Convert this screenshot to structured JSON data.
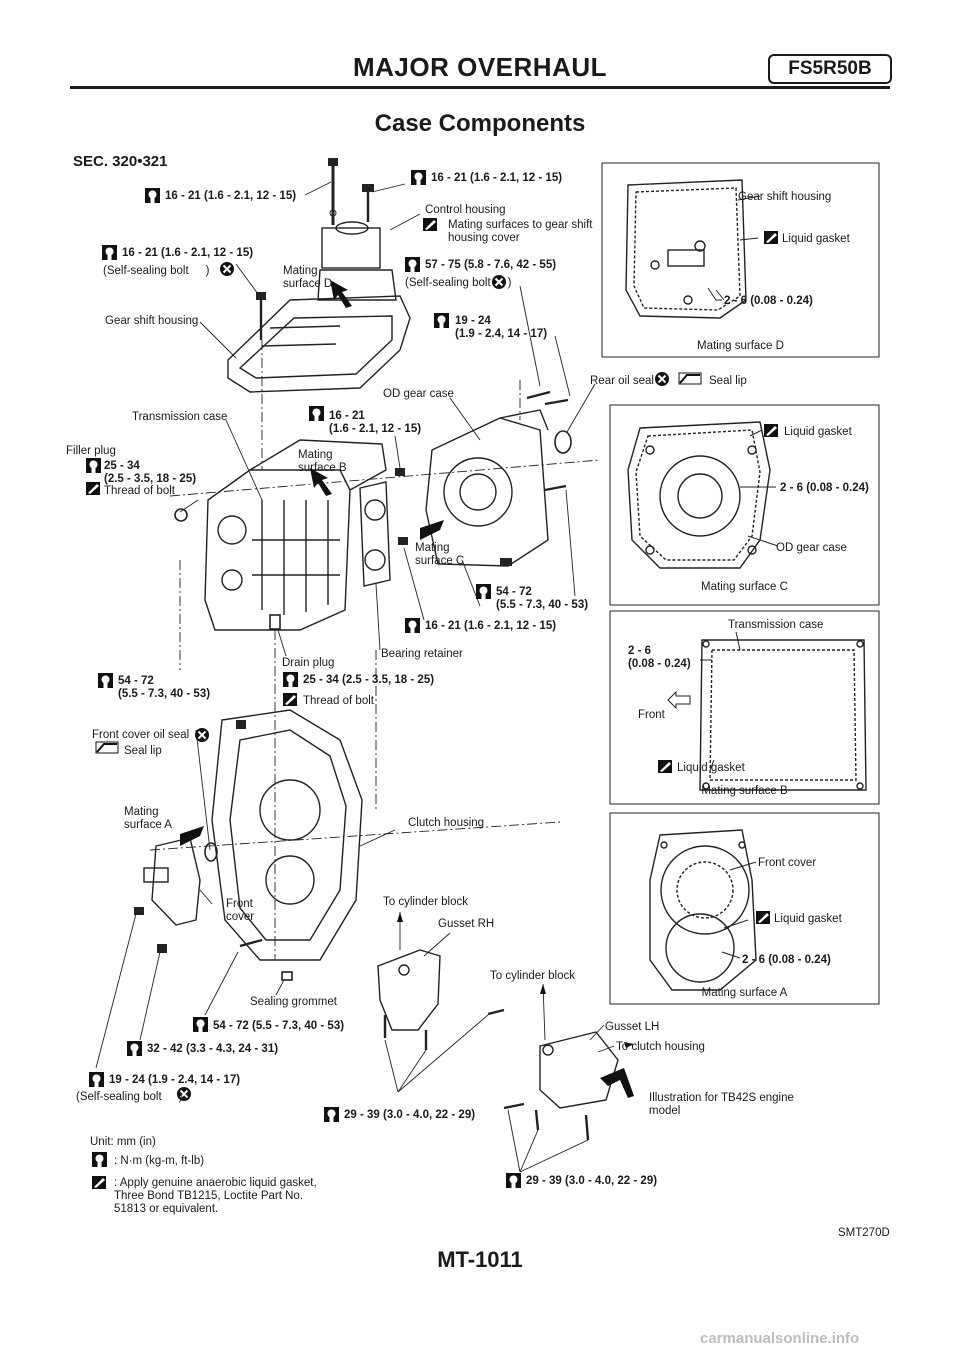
{
  "header": {
    "title": "MAJOR OVERHAUL",
    "code": "FS5R50B"
  },
  "section_title": "Case Components",
  "sec": "SEC. 320•321",
  "labels": {
    "t1": "16 - 21 (1.6 - 2.1, 12 - 15)",
    "t2": "16 - 21 (1.6 - 2.1, 12 - 15)",
    "control_housing": "Control housing",
    "mating_gear_shift_cover": "Mating surfaces to gear shift\nhousing cover",
    "t3": "16 - 21 (1.6 - 2.1, 12 - 15)",
    "self_sealing_1": "(Self-sealing bolt",
    "mating_d": "Mating\nsurface D",
    "t4": "57 - 75 (5.8 - 7.6, 42 - 55)",
    "self_sealing_2": "(Self-sealing bolt",
    "gear_shift_housing_1": "Gear shift housing",
    "t5": "19 - 24\n(1.9 - 2.4, 14 - 17)",
    "od_gear_case_1": "OD gear case",
    "rear_oil_seal": "Rear oil seal",
    "seal_lip_1": "Seal lip",
    "transmission_case_1": "Transmission case",
    "t6": "16 - 21\n(1.6 - 2.1, 12 - 15)",
    "filler_plug": "Filler plug",
    "t7": "25 - 34\n(2.5 - 3.5, 18 - 25)",
    "thread_of_bolt_1": "Thread of bolt",
    "mating_b_main": "Mating\nsurface B",
    "mating_c_main": "Mating\nsurface C",
    "t8": "54 - 72\n(5.5 - 7.3, 40 - 53)",
    "t9": "16 - 21 (1.6 - 2.1, 12 - 15)",
    "bearing_retainer": "Bearing retainer",
    "drain_plug": "Drain plug",
    "t10": "25 - 34 (2.5 - 3.5, 18 - 25)",
    "thread_of_bolt_2": "Thread of bolt",
    "t11": "54 - 72\n(5.5 - 7.3, 40 - 53)",
    "front_cover_oil_seal": "Front cover oil seal",
    "seal_lip_2": "Seal lip",
    "mating_a_main": "Mating\nsurface A",
    "clutch_housing": "Clutch housing",
    "front_cover_main": "Front\ncover",
    "to_cylinder_block_1": "To cylinder block",
    "gusset_rh": "Gusset RH",
    "to_cylinder_block_2": "To cylinder block",
    "sealing_grommet": "Sealing grommet",
    "t12": "54 - 72 (5.5 - 7.3, 40 - 53)",
    "gusset_lh": "Gusset LH",
    "to_clutch_housing": "To clutch housing",
    "t13": "32 - 42 (3.3 - 4.3, 24 - 31)",
    "t14": "19 - 24 (1.9 - 2.4, 14 - 17)",
    "self_sealing_3": "(Self-sealing bolt",
    "illustration_tb42s": "Illustration for TB42S engine\nmodel",
    "t15": "29 - 39 (3.0 - 4.0, 22 - 29)",
    "t16": "29 - 39 (3.0 - 4.0, 22 - 29)",
    "unit": "Unit: mm (in)",
    "legend_torque": ": N·m (kg-m, ft-lb)",
    "legend_gasket": ": Apply genuine anaerobic liquid gasket,\nThree Bond TB1215, Loctite Part No.\n51813 or equivalent.",
    "fig_code": "SMT270D"
  },
  "panels": {
    "d": {
      "title": "Mating surface D",
      "gear_shift_housing": "Gear shift housing",
      "liquid_gasket": "Liquid gasket",
      "dim": "2 - 6 (0.08 - 0.24)"
    },
    "c": {
      "title": "Mating surface C",
      "liquid_gasket": "Liquid gasket",
      "dim": "2 - 6 (0.08 - 0.24)",
      "od_gear_case": "OD gear case"
    },
    "b": {
      "title": "Mating surface B",
      "transmission_case": "Transmission case",
      "dim": "2 - 6\n(0.08 - 0.24)",
      "front": "Front",
      "liquid_gasket": "Liquid gasket"
    },
    "a": {
      "title": "Mating surface A",
      "front_cover": "Front cover",
      "liquid_gasket": "Liquid gasket",
      "dim": "2 - 6 (0.08 - 0.24)"
    }
  },
  "page_number": "MT-1011",
  "watermark": "carmanualsonline.info"
}
